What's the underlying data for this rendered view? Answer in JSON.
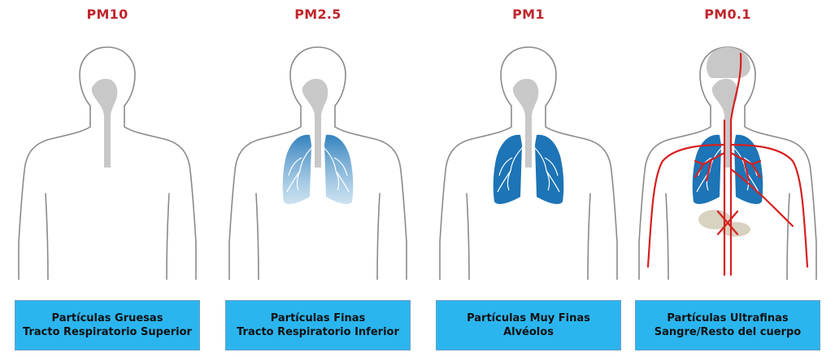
{
  "colors": {
    "title": "#c0262d",
    "caption_bg": "#2bb5ef",
    "lung": "#1d74b6",
    "lung_light": "#9fc8e4",
    "airway": "#c8c8c8",
    "vessel": "#d62020",
    "organ": "#d8d2c0"
  },
  "panels": [
    {
      "title": "PM10",
      "caption_line1": "Partículas Gruesas",
      "caption_line2": "Tracto Respiratorio Superior",
      "illustration": "upper-airway"
    },
    {
      "title": "PM2.5",
      "caption_line1": "Partículas Finas",
      "caption_line2": "Tracto Respiratorio Inferior",
      "illustration": "lower-airway-lungs"
    },
    {
      "title": "PM1",
      "caption_line1": "Partículas Muy Finas",
      "caption_line2": "Alvéolos",
      "illustration": "alveoli"
    },
    {
      "title": "PM0.1",
      "caption_line1": "Partículas Ultrafinas",
      "caption_line2": "Sangre/Resto del cuerpo",
      "illustration": "bloodstream-body"
    }
  ]
}
